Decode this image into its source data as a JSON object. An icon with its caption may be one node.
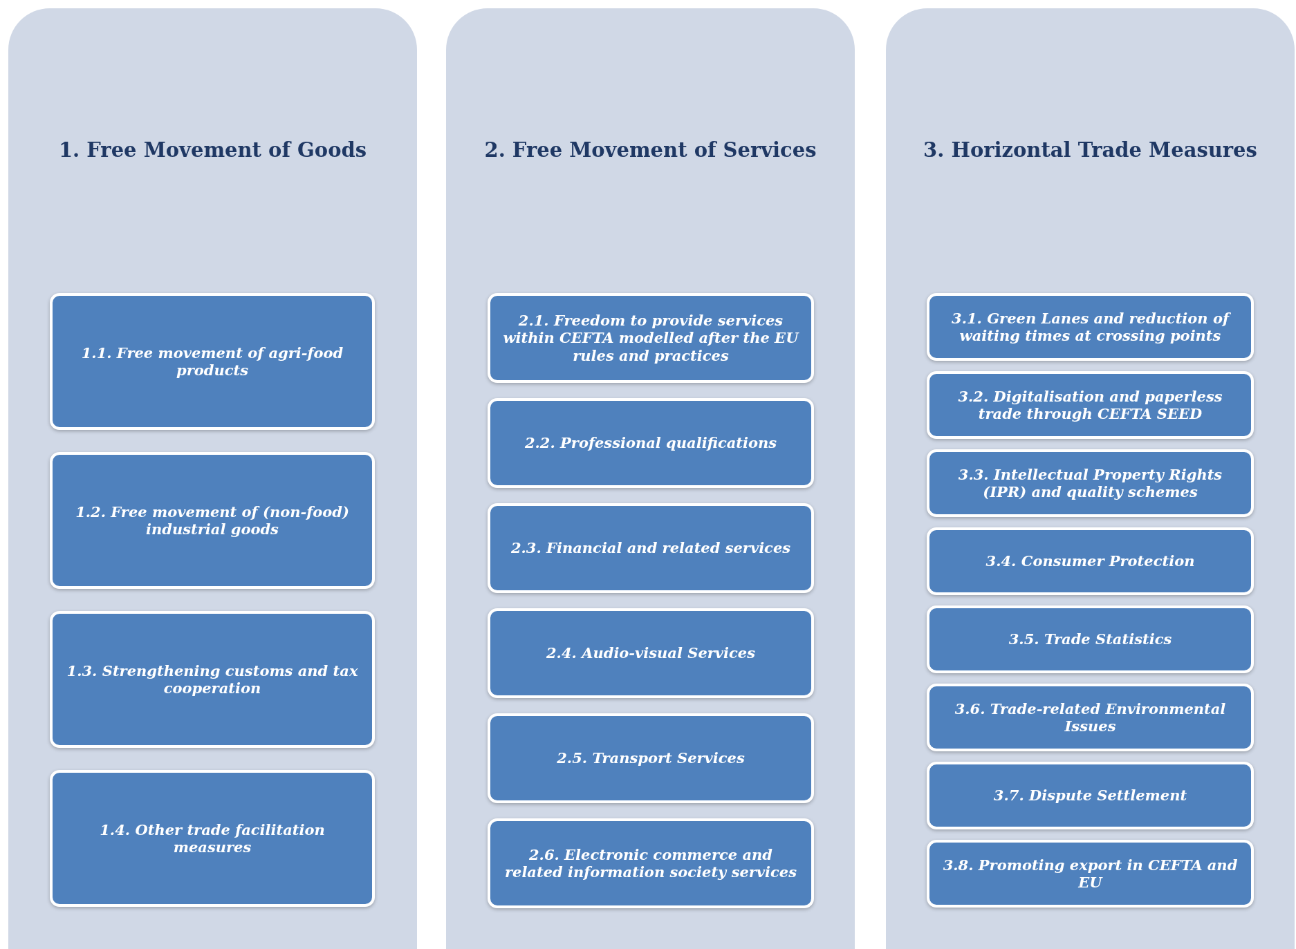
{
  "diagram": {
    "nodes": [
      {
        "text": [
          "1. Free Movement of Goods"
        ]
      },
      {
        "text": [
          "1.1. Free movement of agri-food products"
        ],
        "in": 0
      },
      {
        "text": [
          "1.2. Free movement of (non-food) industrial goods"
        ],
        "in": 0
      },
      {
        "text": [
          "1.3. Strengthening customs and tax cooperation"
        ],
        "in": 0
      },
      {
        "text": [
          "1.4. Other trade facilitation measures"
        ],
        "in": 0
      },
      {
        "text": [
          "2. Free Movement of Services"
        ]
      },
      {
        "text": [
          "2.1. Freedom to provide services within CEFTA modelled after the EU rules and practices"
        ],
        "in": 5
      },
      {
        "text": [
          "2.2. Professional qualifications"
        ],
        "in": 5
      },
      {
        "text": [
          "2.3. Financial and related services"
        ],
        "in": 5
      },
      {
        "text": [
          "2.4. Audio-visual Services"
        ],
        "in": 5
      },
      {
        "text": [
          "2.5. Transport Services"
        ],
        "in": 5
      },
      {
        "text": [
          "2.6. Electronic commerce and related information society services"
        ],
        "in": 5
      },
      {
        "text": [
          "3. Horizontal Trade Measures"
        ]
      },
      {
        "text": [
          "3.1. Green Lanes and reduction of waiting times at crossing points"
        ],
        "in": 12
      },
      {
        "text": [
          "3.2. Digitalisation and paperless trade through CEFTA SEED"
        ],
        "in": 12
      },
      {
        "text": [
          "3.3. Intellectual Property Rights (IPR) and quality schemes"
        ],
        "in": 12
      },
      {
        "text": [
          "3.4. Consumer Protection"
        ],
        "in": 12
      },
      {
        "text": [
          "3.5. Trade Statistics"
        ],
        "in": 12
      },
      {
        "text": [
          "3.6. Trade-related Environmental Issues"
        ],
        "in": 12
      },
      {
        "text": [
          "3.7. Dispute Settlement"
        ],
        "in": 12
      },
      {
        "text": [
          "3.8. Promoting export in CEFTA and EU"
        ],
        "in": 12
      }
    ],
    "edges": []
  }
}
